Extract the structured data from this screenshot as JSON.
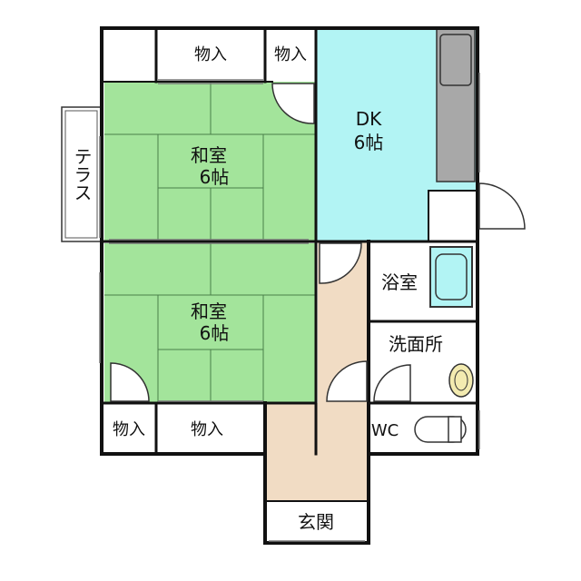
{
  "floorplan": {
    "rooms": {
      "closet_top_1": "物入",
      "closet_top_2": "物入",
      "dk_1": "DK",
      "dk_2": "6帖",
      "washitsu_upper_1": "和室",
      "washitsu_upper_2": "6帖",
      "terrace": "テラス",
      "bath": "浴室",
      "washitsu_lower_1": "和室",
      "washitsu_lower_2": "6帖",
      "washroom": "洗面所",
      "closet_bottom_1": "物入",
      "closet_bottom_2": "物入",
      "wc": "WC",
      "entrance": "玄関"
    },
    "colors": {
      "tatami": "#a3e49b",
      "dk": "#b2f4f4",
      "corridor": "#f1dcc4",
      "counter": "#a8a8a8",
      "bathtub": "#b2f4f4",
      "toilet": "#f3ebb0",
      "wall": "#111111"
    }
  }
}
